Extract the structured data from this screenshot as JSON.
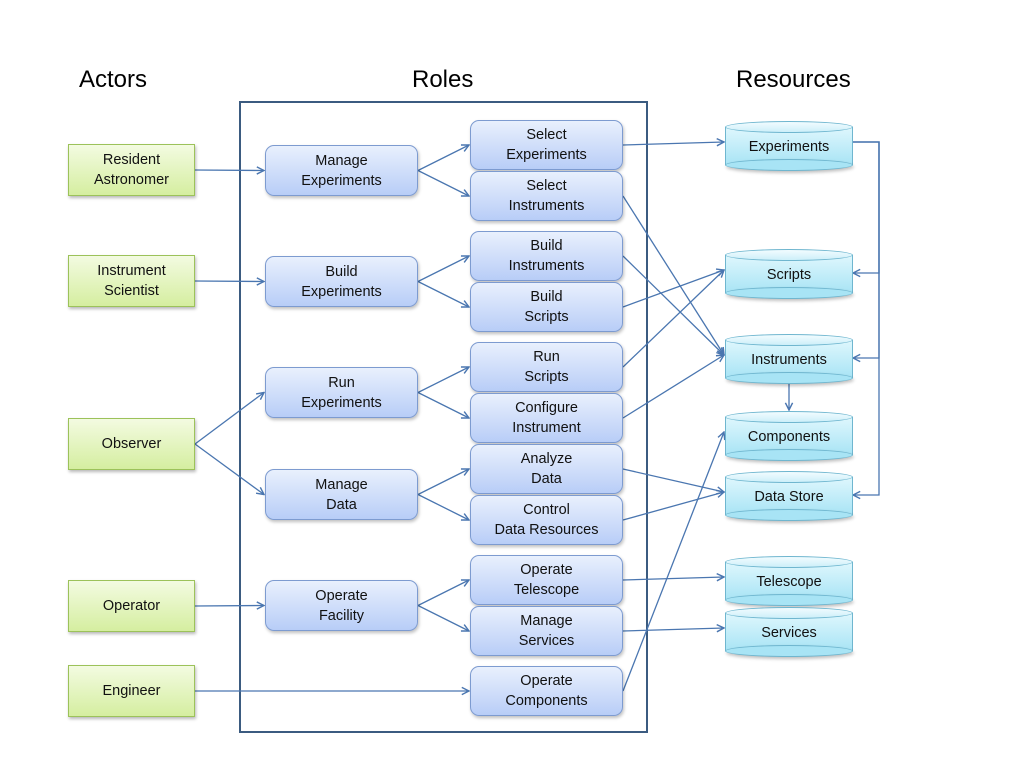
{
  "headings": {
    "actors": "Actors",
    "roles": "Roles",
    "resources": "Resources"
  },
  "actors": [
    {
      "id": "resident-astronomer",
      "label": "Resident\nAstronomer"
    },
    {
      "id": "instrument-scientist",
      "label": "Instrument\nScientist"
    },
    {
      "id": "observer",
      "label": "Observer"
    },
    {
      "id": "operator",
      "label": "Operator"
    },
    {
      "id": "engineer",
      "label": "Engineer"
    }
  ],
  "roles": [
    {
      "id": "manage-experiments",
      "label": "Manage\nExperiments"
    },
    {
      "id": "build-experiments",
      "label": "Build\nExperiments"
    },
    {
      "id": "run-experiments",
      "label": "Run\nExperiments"
    },
    {
      "id": "manage-data",
      "label": "Manage\nData"
    },
    {
      "id": "operate-facility",
      "label": "Operate\nFacility"
    }
  ],
  "subroles": [
    {
      "id": "select-experiments",
      "label": "Select\nExperiments"
    },
    {
      "id": "select-instruments",
      "label": "Select\nInstruments"
    },
    {
      "id": "build-instruments",
      "label": "Build\nInstruments"
    },
    {
      "id": "build-scripts",
      "label": "Build\nScripts"
    },
    {
      "id": "run-scripts",
      "label": "Run\nScripts"
    },
    {
      "id": "configure-instrument",
      "label": "Configure\nInstrument"
    },
    {
      "id": "analyze-data",
      "label": "Analyze\nData"
    },
    {
      "id": "control-data-resources",
      "label": "Control\nData Resources"
    },
    {
      "id": "operate-telescope",
      "label": "Operate\nTelescope"
    },
    {
      "id": "manage-services",
      "label": "Manage\nServices"
    },
    {
      "id": "operate-components",
      "label": "Operate\nComponents"
    }
  ],
  "resources": [
    {
      "id": "experiments",
      "label": "Experiments"
    },
    {
      "id": "scripts",
      "label": "Scripts"
    },
    {
      "id": "instruments",
      "label": "Instruments"
    },
    {
      "id": "components",
      "label": "Components"
    },
    {
      "id": "data-store",
      "label": "Data Store"
    },
    {
      "id": "telescope",
      "label": "Telescope"
    },
    {
      "id": "services",
      "label": "Services"
    }
  ],
  "edges": [
    {
      "from": "resident-astronomer",
      "to": "manage-experiments"
    },
    {
      "from": "instrument-scientist",
      "to": "build-experiments"
    },
    {
      "from": "observer",
      "to": "run-experiments"
    },
    {
      "from": "observer",
      "to": "manage-data"
    },
    {
      "from": "operator",
      "to": "operate-facility"
    },
    {
      "from": "engineer",
      "to": "operate-components"
    },
    {
      "from": "manage-experiments",
      "to": "select-experiments"
    },
    {
      "from": "manage-experiments",
      "to": "select-instruments"
    },
    {
      "from": "build-experiments",
      "to": "build-instruments"
    },
    {
      "from": "build-experiments",
      "to": "build-scripts"
    },
    {
      "from": "run-experiments",
      "to": "run-scripts"
    },
    {
      "from": "run-experiments",
      "to": "configure-instrument"
    },
    {
      "from": "manage-data",
      "to": "analyze-data"
    },
    {
      "from": "manage-data",
      "to": "control-data-resources"
    },
    {
      "from": "operate-facility",
      "to": "operate-telescope"
    },
    {
      "from": "operate-facility",
      "to": "manage-services"
    },
    {
      "from": "select-experiments",
      "to": "experiments"
    },
    {
      "from": "select-instruments",
      "to": "instruments"
    },
    {
      "from": "build-instruments",
      "to": "instruments"
    },
    {
      "from": "build-scripts",
      "to": "scripts"
    },
    {
      "from": "run-scripts",
      "to": "scripts"
    },
    {
      "from": "configure-instrument",
      "to": "instruments"
    },
    {
      "from": "analyze-data",
      "to": "data-store"
    },
    {
      "from": "control-data-resources",
      "to": "data-store"
    },
    {
      "from": "operate-telescope",
      "to": "telescope"
    },
    {
      "from": "manage-services",
      "to": "services"
    },
    {
      "from": "operate-components",
      "to": "components"
    },
    {
      "from": "instruments",
      "to": "components"
    },
    {
      "from": "experiments",
      "to": "scripts"
    },
    {
      "from": "experiments",
      "to": "instruments"
    },
    {
      "from": "experiments",
      "to": "data-store"
    }
  ],
  "colors": {
    "arrow": "#4a76b0",
    "frame": "#3b5b80",
    "actor_fill": "#d5eea0",
    "role_fill": "#b8cdf7",
    "resource_fill": "#a8e4f5"
  }
}
